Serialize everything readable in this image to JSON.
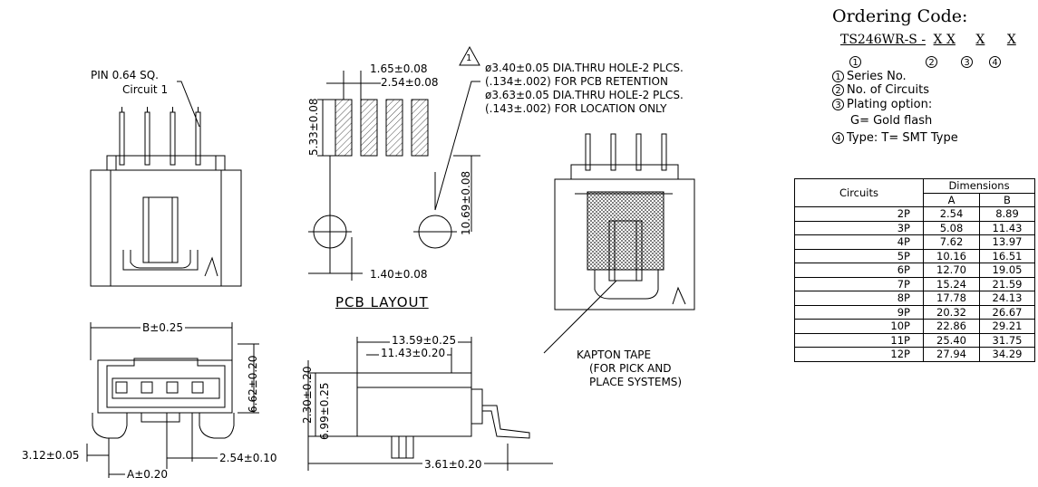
{
  "ordering": {
    "title": "Ordering Code:",
    "code_prefix": "TS246WR-S -",
    "code_xx": "X X",
    "code_x3": "X",
    "code_x4": "X",
    "code_circles": [
      "1",
      "2",
      "3",
      "4"
    ],
    "lines": [
      {
        "num": "1",
        "text": "Series No."
      },
      {
        "num": "2",
        "text": "No. of Circuits"
      },
      {
        "num": "3",
        "text": "Plating option:"
      },
      {
        "num": "",
        "text": "G= Gold flash"
      },
      {
        "num": "4",
        "text": "Type: T= SMT Type"
      }
    ]
  },
  "table": {
    "header_circuits": "Circuits",
    "header_dimensions": "Dimensions",
    "header_a": "A",
    "header_b": "B",
    "rows": [
      {
        "c": "2P",
        "a": "2.54",
        "b": "8.89"
      },
      {
        "c": "3P",
        "a": "5.08",
        "b": "11.43"
      },
      {
        "c": "4P",
        "a": "7.62",
        "b": "13.97"
      },
      {
        "c": "5P",
        "a": "10.16",
        "b": "16.51"
      },
      {
        "c": "6P",
        "a": "12.70",
        "b": "19.05"
      },
      {
        "c": "7P",
        "a": "15.24",
        "b": "21.59"
      },
      {
        "c": "8P",
        "a": "17.78",
        "b": "24.13"
      },
      {
        "c": "9P",
        "a": "20.32",
        "b": "26.67"
      },
      {
        "c": "10P",
        "a": "22.86",
        "b": "29.21"
      },
      {
        "c": "11P",
        "a": "25.40",
        "b": "31.75"
      },
      {
        "c": "12P",
        "a": "27.94",
        "b": "34.29"
      }
    ]
  },
  "labels": {
    "pin": "PIN 0.64 SQ.",
    "circuit1": "Circuit 1",
    "pcb_layout": "PCB LAYOUT",
    "dim_165": "1.65±0.08",
    "dim_254a": "2.54±0.08",
    "dim_533": "5.33±0.08",
    "dim_1069": "10.69±0.08",
    "dim_140": "1.40±0.08",
    "warning_mark": "1",
    "hole1": "ø3.40±0.05 DIA.THRU HOLE-2 PLCS.",
    "hole1b": "(.134±.002)   FOR PCB RETENTION",
    "hole2": "ø3.63±0.05 DIA.THRU HOLE-2 PLCS.",
    "hole2b": "(.143±.002)   FOR LOCATION ONLY",
    "b_dim": "B±0.25",
    "dim_662": "6.62±0.20",
    "dim_312": "3.12±0.05",
    "dim_254b": "2.54±0.10",
    "a_dim": "A±0.20",
    "dim_1359": "13.59±0.25",
    "dim_1143": "11.43±0.20",
    "dim_230": "2.30±0.20",
    "dim_699": "6.99±0.25",
    "dim_361": "3.61±0.20",
    "kapton1": "KAPTON TAPE",
    "kapton2": "(FOR PICK AND",
    "kapton3": "PLACE SYSTEMS)"
  }
}
